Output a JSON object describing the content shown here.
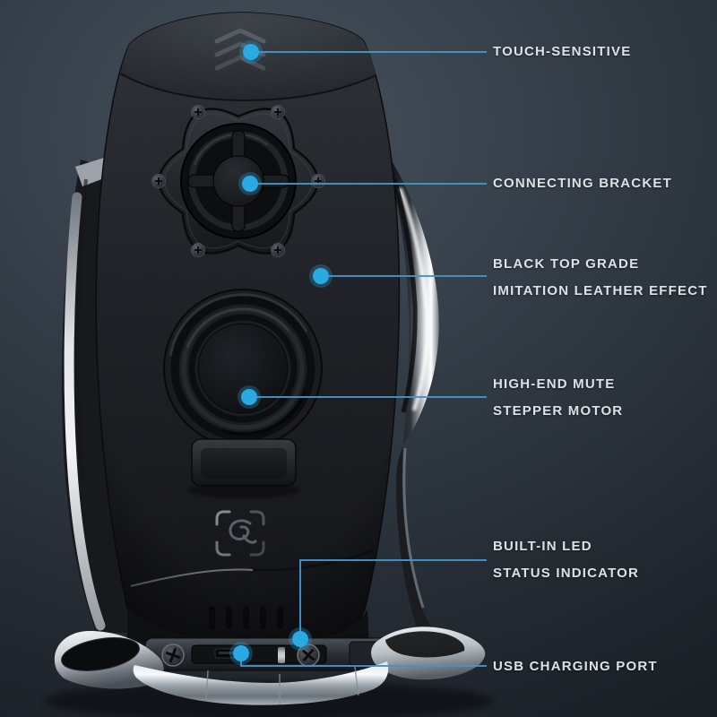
{
  "image_alt": "Back view of a black automatic clamping car phone mount with chrome arms and base, annotated with six feature callouts",
  "colors": {
    "bg_top": "#46515d",
    "bg_mid": "#333c46",
    "bg_bottom": "#181d23",
    "accent_line": "#4493c4",
    "accent_dot": "#2aa9e4",
    "label_text": "#dde2e6",
    "body_black": "#1d1f23",
    "chrome": "#c9ced3"
  },
  "annotations": [
    {
      "id": "touch-sensitive",
      "lines": [
        "TOUCH-SENSITIVE"
      ]
    },
    {
      "id": "connecting-bracket",
      "lines": [
        "CONNECTING BRACKET"
      ]
    },
    {
      "id": "leather-effect",
      "lines": [
        "BLACK TOP GRADE",
        "IMITATION LEATHER EFFECT"
      ]
    },
    {
      "id": "stepper-motor",
      "lines": [
        "HIGH-END MUTE",
        "STEPPER MOTOR"
      ]
    },
    {
      "id": "led-indicator",
      "lines": [
        "BUILT-IN LED",
        "STATUS INDICATOR"
      ]
    },
    {
      "id": "usb-port",
      "lines": [
        "USB CHARGING PORT"
      ]
    }
  ],
  "device": {
    "touch_chevron_count": 3,
    "bracket_screw_count": 6,
    "vent_slot_count": 5,
    "base_screw_count": 2
  }
}
